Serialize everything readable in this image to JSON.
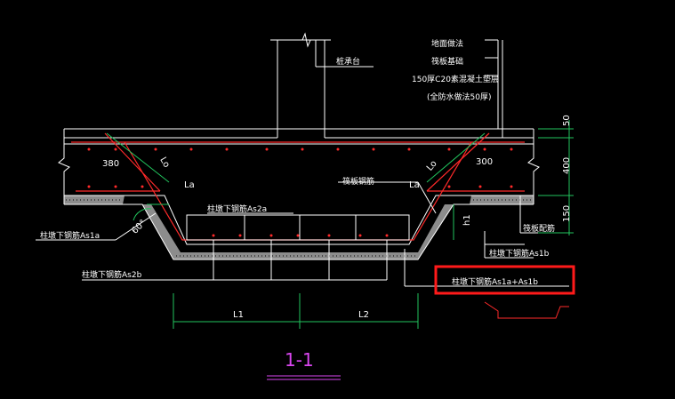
{
  "colors": {
    "background": "#000000",
    "outline": "#ffffff",
    "rebar": "#ff2a2a",
    "dimension": "#22c55e",
    "title": "#d946ef",
    "highlight": "#ff1a1a"
  },
  "labels": {
    "pile_cap": "桩承台",
    "floor_finish": "地面做法",
    "slab_bottom": "筏板基础",
    "cushion": "150厚C20素混凝土垫层",
    "cushion_note": "(全防水做法50厚)",
    "slab_rebar": "筏板钢筋",
    "pit_top_rebar_as2a": "柱墩下钢筋As2a",
    "pit_bottom_rebar_as1a": "柱墩下钢筋As1a",
    "pit_bottom_rebar_as2b": "柱墩下钢筋As2b",
    "pit_bottom_rebar_as1b": "柱墩下钢筋As1b",
    "slab_reinforcement": "筏板配筋",
    "highlighted": "柱墩下钢筋As1a+As1b"
  },
  "dimensions": {
    "left_300": "380",
    "right_300": "300",
    "la_left": "La",
    "la_right": "La",
    "lo_left": "Lo",
    "lo_right": "Lo",
    "d50": "50",
    "d400": "400",
    "d150": "150",
    "h1": "h1",
    "angle": "60°",
    "L1": "L1",
    "L2": "L2"
  },
  "section_title": "1-1"
}
